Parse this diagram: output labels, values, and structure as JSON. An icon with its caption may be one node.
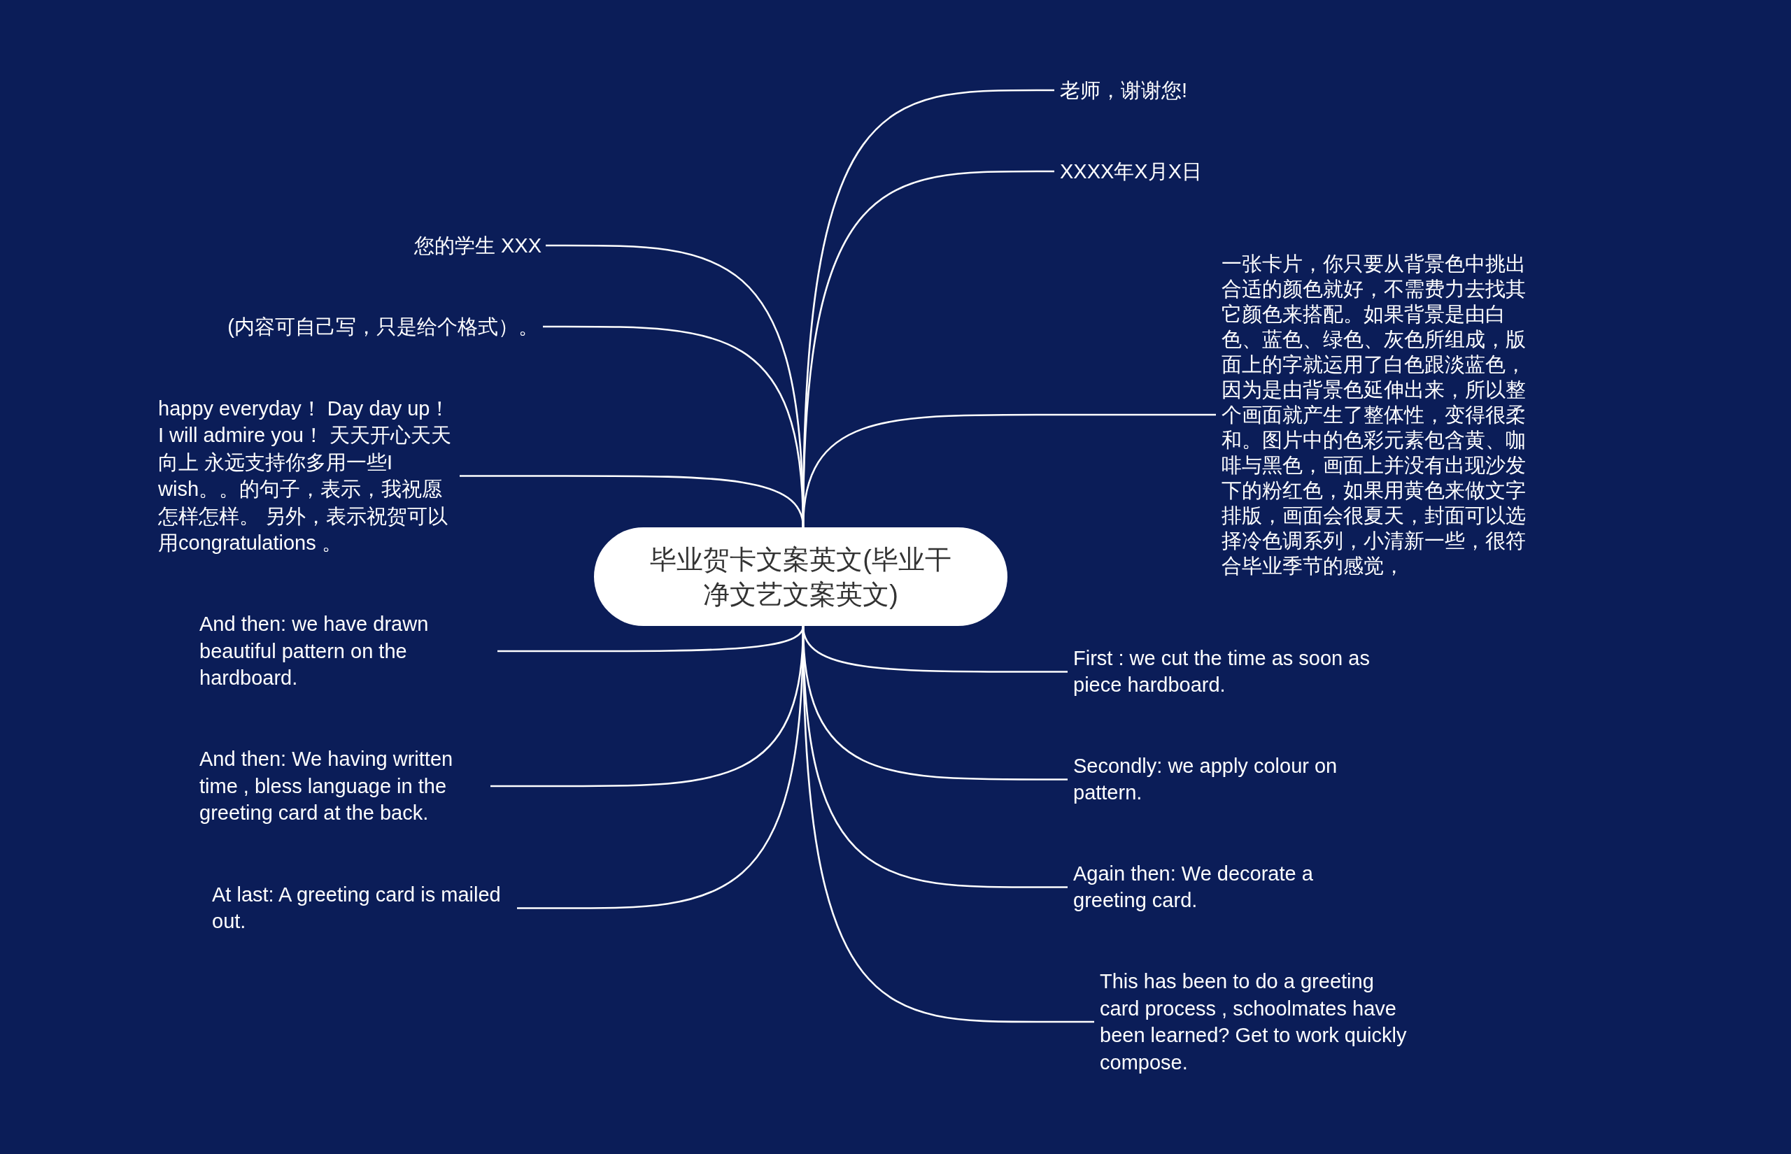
{
  "diagram": {
    "nodes": [
      {
        "text": [
          "毕业贺卡文案英文(毕业干净文艺文案英文)"
        ]
      },
      {
        "text": [
          "老师，谢谢您!"
        ]
      },
      {
        "text": [
          "XXXX年X月X日"
        ]
      },
      {
        "text": [
          "您的学生 XXX"
        ]
      },
      {
        "text": [
          "(内容可自己写，只是给个格式）。"
        ]
      },
      {
        "text": [
          "happy everyday！ Day day up！ I will admire you！ 天天开心天天向上 永远支持你多用一些I wish。。的句子，表示，我祝愿怎样怎样。 另外，表示祝贺可以用congratulations 。"
        ]
      },
      {
        "text": [
          "一张卡片，你只要从背景色中挑出合适的颜色就好，不需费力去找其它颜色来搭配。如果背景是由白色、蓝色、绿色、灰色所组成，版面上的字就运用了白色跟淡蓝色，因为是由背景色延伸出来，所以整个画面就产生了整体性，变得很柔和。图片中的色彩元素包含黄、咖啡与黑色，画面上并没有出现沙发下的粉红色，如果用黄色来做文字排版，画面会很夏天，封面可以选择冷色调系列，小清新一些，很符合毕业季节的感觉，"
        ]
      },
      {
        "text": [
          "And then: we have drawn beautiful pattern on the hardboard."
        ]
      },
      {
        "text": [
          "First : we cut the time as soon as piece hardboard."
        ]
      },
      {
        "text": [
          "And then: We having written time , bless language in the greeting card at the back."
        ]
      },
      {
        "text": [
          "Secondly: we apply colour on pattern."
        ]
      },
      {
        "text": [
          "Again then: We decorate a greeting card."
        ]
      },
      {
        "text": [
          "At last: A greeting card is mailed out."
        ]
      },
      {
        "text": [
          "This has been to do a greeting card process , schoolmates have been learned? Get to work quickly compose."
        ]
      }
    ],
    "edges": [
      {
        "from": 0,
        "to": 1,
        "arrow": "none"
      },
      {
        "from": 0,
        "to": 2,
        "arrow": "none"
      },
      {
        "from": 0,
        "to": 3,
        "arrow": "none"
      },
      {
        "from": 0,
        "to": 4,
        "arrow": "none"
      },
      {
        "from": 0,
        "to": 5,
        "arrow": "none"
      },
      {
        "from": 0,
        "to": 6,
        "arrow": "none"
      },
      {
        "from": 0,
        "to": 7,
        "arrow": "none"
      },
      {
        "from": 0,
        "to": 8,
        "arrow": "none"
      },
      {
        "from": 0,
        "to": 9,
        "arrow": "none"
      },
      {
        "from": 0,
        "to": 10,
        "arrow": "none"
      },
      {
        "from": 0,
        "to": 11,
        "arrow": "none"
      },
      {
        "from": 0,
        "to": 12,
        "arrow": "none"
      },
      {
        "from": 0,
        "to": 13,
        "arrow": "none"
      }
    ]
  }
}
